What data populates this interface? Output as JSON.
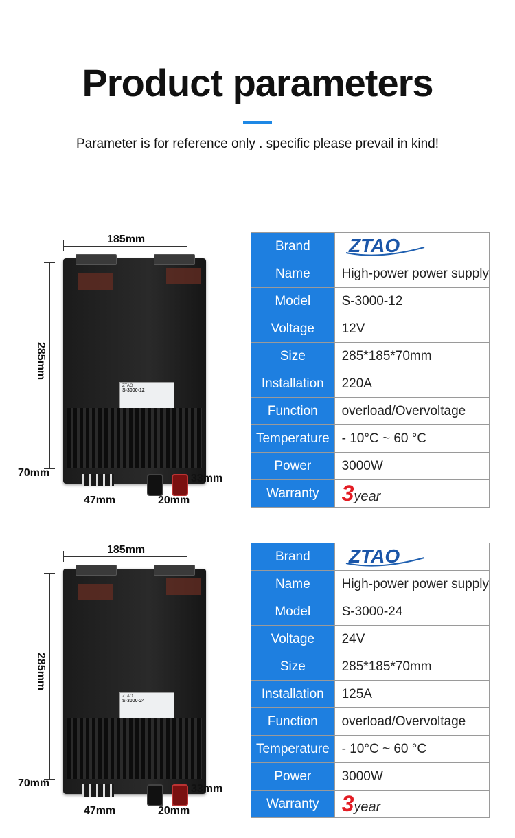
{
  "header": {
    "title": "Product parameters",
    "subtitle": "Parameter is for reference only . specific please prevail in kind!",
    "accent_color": "#1e88e5"
  },
  "brand_logo_text": "ZTAO",
  "products": [
    {
      "dimensions": {
        "width": "185mm",
        "height": "285mm",
        "depth": "70mm",
        "pins": "47mm",
        "terminal_gap": "20mm",
        "terminal": "33mm"
      },
      "plate_model": "S-3000-12",
      "specs": [
        {
          "label": "Brand",
          "value": ""
        },
        {
          "label": "Name",
          "value": "High-power power supply"
        },
        {
          "label": "Model",
          "value": "S-3000-12"
        },
        {
          "label": "Voltage",
          "value": "12V"
        },
        {
          "label": "Size",
          "value": "285*185*70mm"
        },
        {
          "label": "Installation",
          "value": "220A"
        },
        {
          "label": "Function",
          "value": "overload/Overvoltage"
        },
        {
          "label": "Temperature",
          "value": "- 10°C ~ 60 °C"
        },
        {
          "label": "Power",
          "value": "3000W"
        }
      ],
      "warranty": {
        "label": "Warranty",
        "number": "3",
        "unit": "year"
      }
    },
    {
      "dimensions": {
        "width": "185mm",
        "height": "285mm",
        "depth": "70mm",
        "pins": "47mm",
        "terminal_gap": "20mm",
        "terminal": "33mm"
      },
      "plate_model": "S-3000-24",
      "specs": [
        {
          "label": "Brand",
          "value": ""
        },
        {
          "label": "Name",
          "value": "High-power power supply"
        },
        {
          "label": "Model",
          "value": "S-3000-24"
        },
        {
          "label": "Voltage",
          "value": "24V"
        },
        {
          "label": "Size",
          "value": "285*185*70mm"
        },
        {
          "label": "Installation",
          "value": "125A"
        },
        {
          "label": "Function",
          "value": "overload/Overvoltage"
        },
        {
          "label": "Temperature",
          "value": "- 10°C ~ 60 °C"
        },
        {
          "label": "Power",
          "value": "3000W"
        }
      ],
      "warranty": {
        "label": "Warranty",
        "number": "3",
        "unit": "year"
      }
    }
  ]
}
